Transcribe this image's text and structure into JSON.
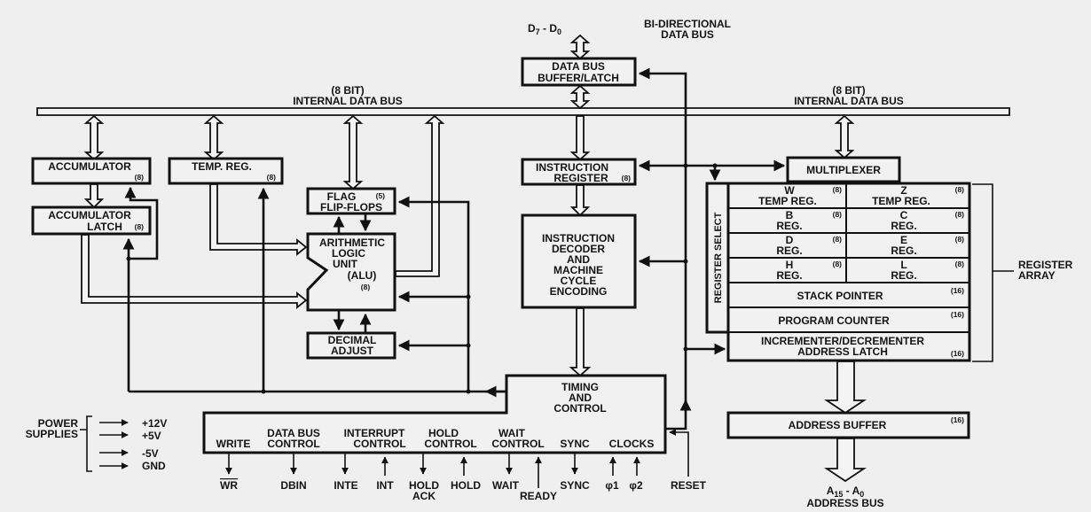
{
  "title": "8080 CPU Functional Block Diagram",
  "labels": {
    "data_pins": "D7 - D0",
    "data_pins_main": "D",
    "data_pins_sub_hi": "7",
    "data_pins_sep": " - D",
    "data_pins_sub_lo": "0",
    "bidir_bus_1": "BI-DIRECTIONAL",
    "bidir_bus_2": "DATA BUS",
    "internal_bus_left_1": "(8 BIT)",
    "internal_bus_left_2": "INTERNAL DATA BUS",
    "internal_bus_right_1": "(8 BIT)",
    "internal_bus_right_2": "INTERNAL DATA BUS",
    "address_pins_main": "A",
    "address_pins_sub_hi": "15",
    "address_pins_sep": " - A",
    "address_pins_sub_lo": "0",
    "address_bus": "ADDRESS BUS",
    "register_array_1": "REGISTER",
    "register_array_2": "ARRAY",
    "register_select": "REGISTER SELECT"
  },
  "blocks": {
    "data_bus_buffer": {
      "line1": "DATA BUS",
      "line2": "BUFFER/LATCH"
    },
    "accumulator": {
      "line1": "ACCUMULATOR",
      "bits": "(8)"
    },
    "accumulator_latch": {
      "line1": "ACCUMULATOR",
      "line2": "LATCH",
      "bits": "(8)"
    },
    "temp_reg": {
      "line1": "TEMP. REG.",
      "bits": "(8)"
    },
    "flag_flip_flops": {
      "line1": "FLAG",
      "line2": "FLIP-FLOPS",
      "bits": "(5)"
    },
    "alu": {
      "line1": "ARITHMETIC",
      "line2": "LOGIC",
      "line3": "UNIT",
      "line4": "(ALU)",
      "bits": "(8)"
    },
    "decimal_adjust": {
      "line1": "DECIMAL",
      "line2": "ADJUST"
    },
    "instruction_register": {
      "line1": "INSTRUCTION",
      "line2": "REGISTER",
      "bits": "(8)"
    },
    "instruction_decoder": {
      "line1": "INSTRUCTION",
      "line2": "DECODER",
      "line3": "AND",
      "line4": "MACHINE",
      "line5": "CYCLE",
      "line6": "ENCODING"
    },
    "multiplexer": {
      "line1": "MULTIPLEXER"
    },
    "timing_control": {
      "line1": "TIMING",
      "line2": "AND",
      "line3": "CONTROL"
    },
    "incrementer": {
      "line1": "INCREMENTER/DECREMENTER",
      "line2": "ADDRESS LATCH",
      "bits": "(16)"
    },
    "address_buffer": {
      "line1": "ADDRESS BUFFER",
      "bits": "(16)"
    }
  },
  "register_pairs": [
    {
      "left": {
        "name": "W",
        "sub": "TEMP REG.",
        "bits": "(8)"
      },
      "right": {
        "name": "Z",
        "sub": "TEMP REG.",
        "bits": "(8)"
      }
    },
    {
      "left": {
        "name": "B",
        "sub": "REG.",
        "bits": "(8)"
      },
      "right": {
        "name": "C",
        "sub": "REG.",
        "bits": "(8)"
      }
    },
    {
      "left": {
        "name": "D",
        "sub": "REG.",
        "bits": "(8)"
      },
      "right": {
        "name": "E",
        "sub": "REG.",
        "bits": "(8)"
      }
    },
    {
      "left": {
        "name": "H",
        "sub": "REG.",
        "bits": "(8)"
      },
      "right": {
        "name": "L",
        "sub": "REG.",
        "bits": "(8)"
      }
    }
  ],
  "wide_registers": [
    {
      "name": "STACK POINTER",
      "bits": "(16)"
    },
    {
      "name": "PROGRAM COUNTER",
      "bits": "(16)"
    }
  ],
  "control_groups": [
    {
      "line1": "",
      "line2": "WRITE"
    },
    {
      "line1": "DATA BUS",
      "line2": "CONTROL"
    },
    {
      "line1": "INTERRUPT",
      "line2": "CONTROL"
    },
    {
      "line1": "HOLD",
      "line2": "CONTROL"
    },
    {
      "line1": "WAIT",
      "line2": "CONTROL"
    },
    {
      "line1": "",
      "line2": "SYNC"
    },
    {
      "line1": "",
      "line2": "CLOCKS"
    }
  ],
  "pins": [
    {
      "label": "WR",
      "overline": true,
      "direction": "out"
    },
    {
      "label": "DBIN",
      "direction": "out"
    },
    {
      "label": "INTE",
      "direction": "out"
    },
    {
      "label": "INT",
      "direction": "in"
    },
    {
      "label": "HOLD",
      "label2": "ACK",
      "direction": "out"
    },
    {
      "label": "HOLD",
      "direction": "in"
    },
    {
      "label": "WAIT",
      "direction": "out"
    },
    {
      "label": "READY",
      "direction": "in"
    },
    {
      "label": "SYNC",
      "direction": "out"
    },
    {
      "label": "φ1",
      "direction": "in"
    },
    {
      "label": "φ2",
      "direction": "in"
    },
    {
      "label": "RESET",
      "direction": "in"
    }
  ],
  "power": {
    "title1": "POWER",
    "title2": "SUPPLIES",
    "rails": [
      "+12V",
      "+5V",
      "-5V",
      "GND"
    ]
  }
}
